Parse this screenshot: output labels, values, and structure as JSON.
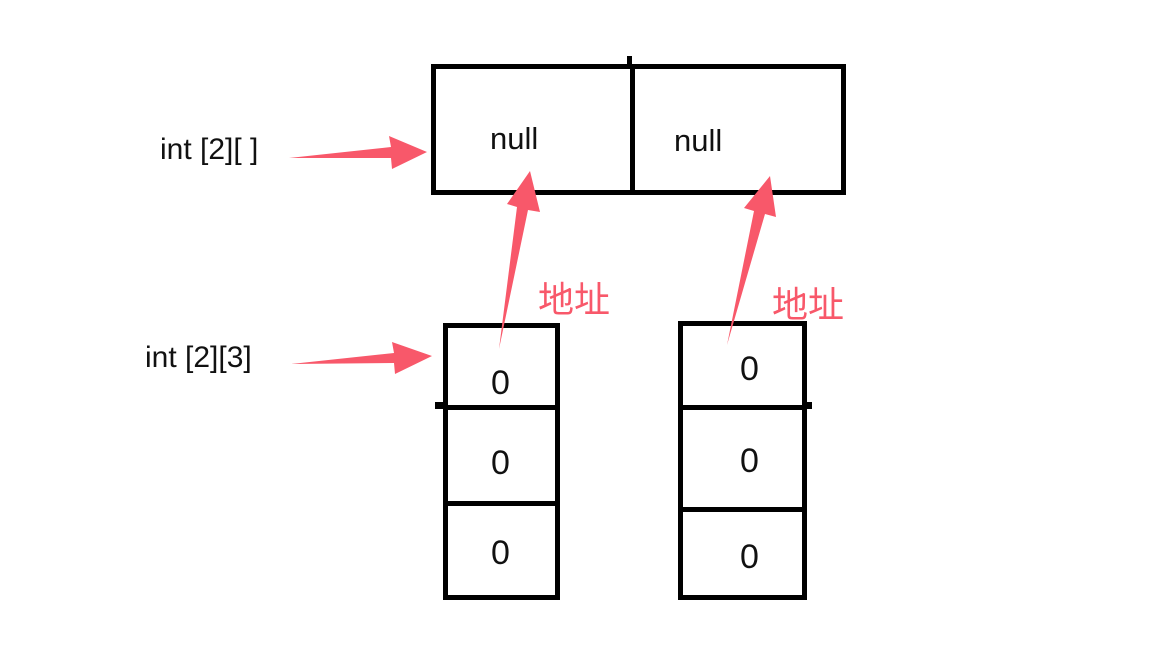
{
  "colors": {
    "arrow": "#f8586a",
    "address_text": "#f8586a",
    "box_border": "#000000",
    "text": "#111111",
    "background": "#ffffff"
  },
  "labels": {
    "outer_array": "int [2][ ]",
    "full_array": "int [2][3]"
  },
  "top_array": {
    "cells": [
      "null",
      "null"
    ]
  },
  "column_arrays": [
    {
      "address_label": "地址",
      "cells": [
        "0",
        "0",
        "0"
      ]
    },
    {
      "address_label": "地址",
      "cells": [
        "0",
        "0",
        "0"
      ]
    }
  ]
}
